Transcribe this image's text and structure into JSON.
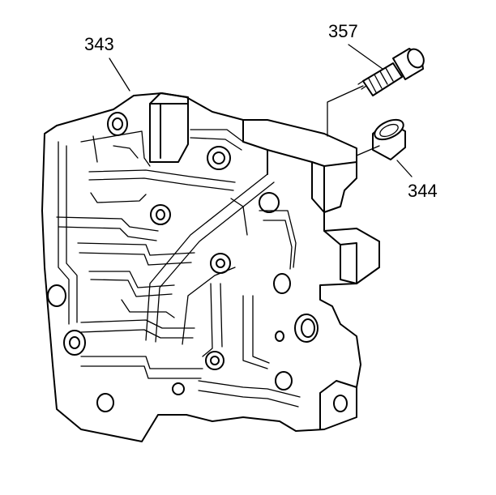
{
  "callouts": {
    "housing": "343",
    "filter": "357",
    "seal": "344"
  }
}
